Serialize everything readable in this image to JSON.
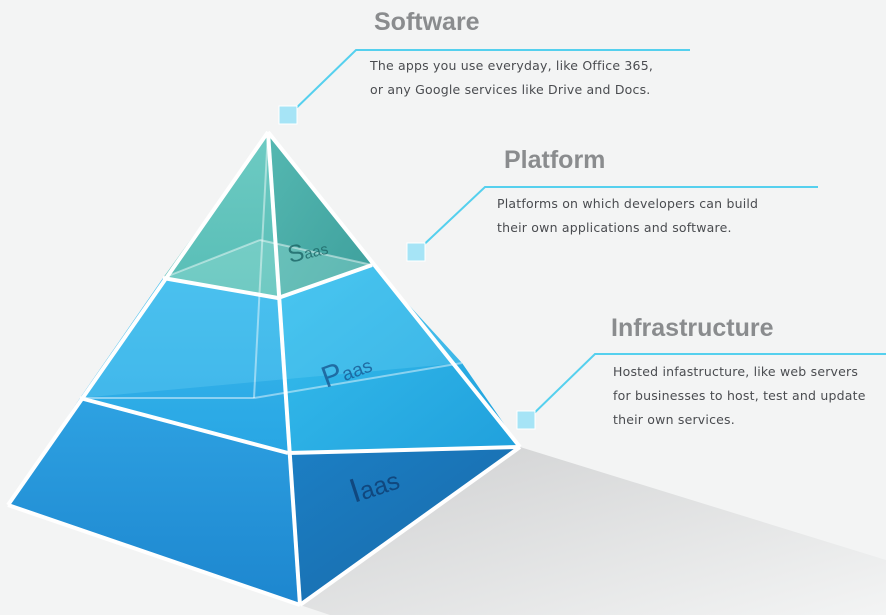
{
  "tiers": [
    {
      "id": "software",
      "title": "Software",
      "description": [
        "The apps you use everyday, like Office 365,",
        "or any Google services like Drive and Docs."
      ],
      "layer_label": {
        "initial": "S",
        "rest": "aas"
      },
      "color": "#5bbfb8"
    },
    {
      "id": "platform",
      "title": "Platform",
      "description": [
        "Platforms on which developers can build",
        "their own applications and software."
      ],
      "layer_label": {
        "initial": "P",
        "rest": "aas"
      },
      "color": "#2eb1e6"
    },
    {
      "id": "infrastructure",
      "title": "Infrastructure",
      "description": [
        "Hosted infastructure, like web servers",
        "for businesses to host, test and update",
        "their own services."
      ],
      "layer_label": {
        "initial": "I",
        "rest": "aas"
      },
      "color": "#1f8fd6"
    }
  ],
  "colors": {
    "callout_line": "#55d0ee",
    "marker": "#a6e4f6",
    "edge": "#ffffff"
  }
}
